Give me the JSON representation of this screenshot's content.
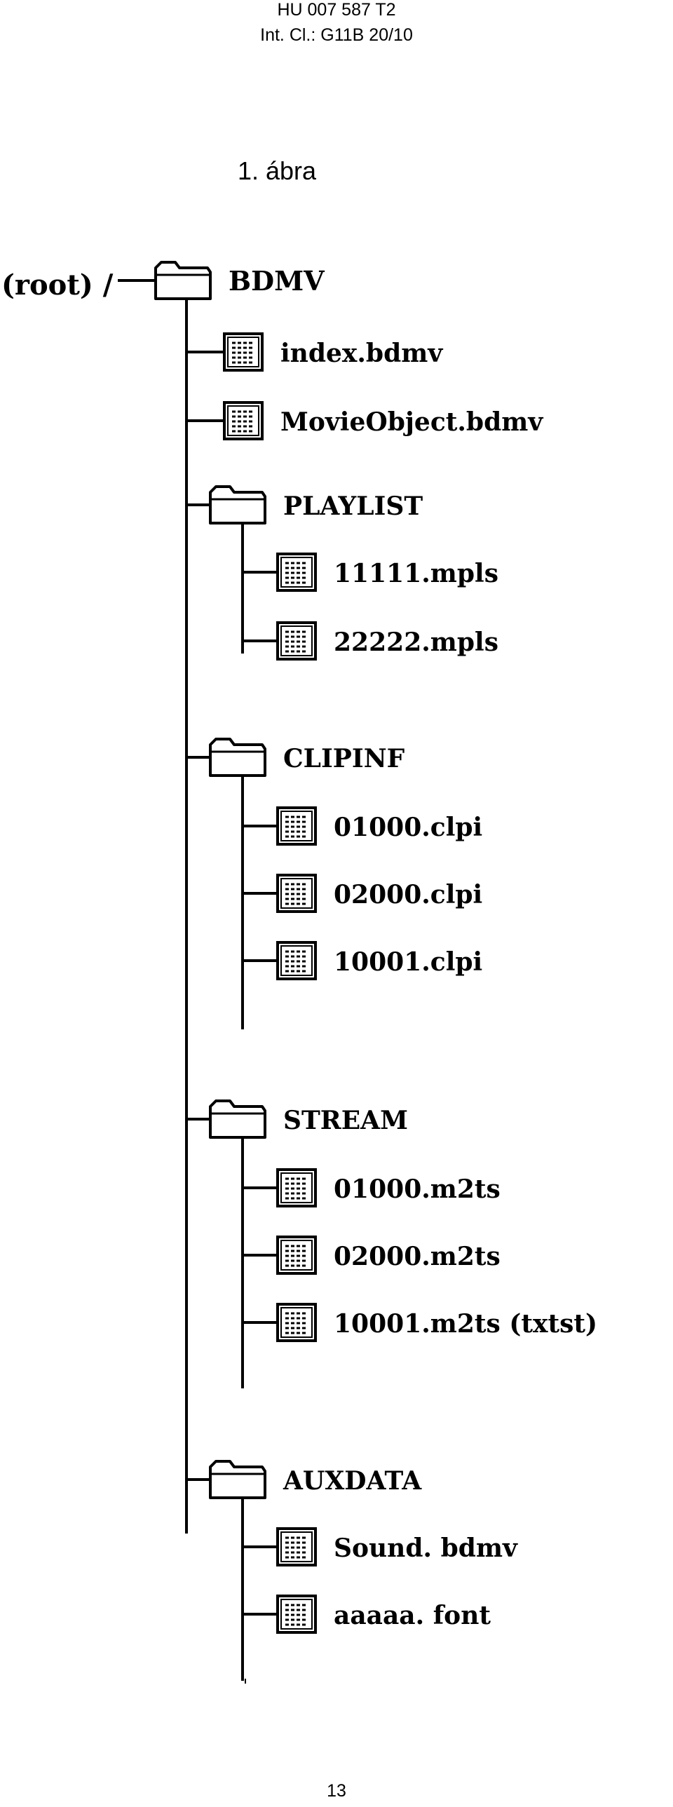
{
  "header": {
    "line1": "HU 007 587 T2",
    "line2": "Int. Cl.: G11B 20/10"
  },
  "figure": {
    "caption": "1. ábra",
    "root_label": "(root) /",
    "tree": {
      "name": "BDMV",
      "children": [
        {
          "name": "index.bdmv",
          "type": "file"
        },
        {
          "name": "MovieObject.bdmv",
          "type": "file"
        },
        {
          "name": "PLAYLIST",
          "type": "folder",
          "children": [
            {
              "name": "11111.mpls",
              "type": "file"
            },
            {
              "name": "22222.mpls",
              "type": "file"
            }
          ]
        },
        {
          "name": "CLIPINF",
          "type": "folder",
          "children": [
            {
              "name": "01000.clpi",
              "type": "file"
            },
            {
              "name": "02000.clpi",
              "type": "file"
            },
            {
              "name": "10001.clpi",
              "type": "file"
            }
          ]
        },
        {
          "name": "STREAM",
          "type": "folder",
          "children": [
            {
              "name": "01000.m2ts",
              "type": "file"
            },
            {
              "name": "02000.m2ts",
              "type": "file"
            },
            {
              "name": "10001.m2ts (txtst)",
              "type": "file"
            }
          ]
        },
        {
          "name": "AUXDATA",
          "type": "folder",
          "children": [
            {
              "name": "Sound. bdmv",
              "type": "file"
            },
            {
              "name": "aaaaa. font",
              "type": "file"
            }
          ]
        }
      ]
    }
  },
  "footer": {
    "page_number": "13"
  },
  "icons": {
    "folder": "folder-icon",
    "file": "document-icon"
  }
}
